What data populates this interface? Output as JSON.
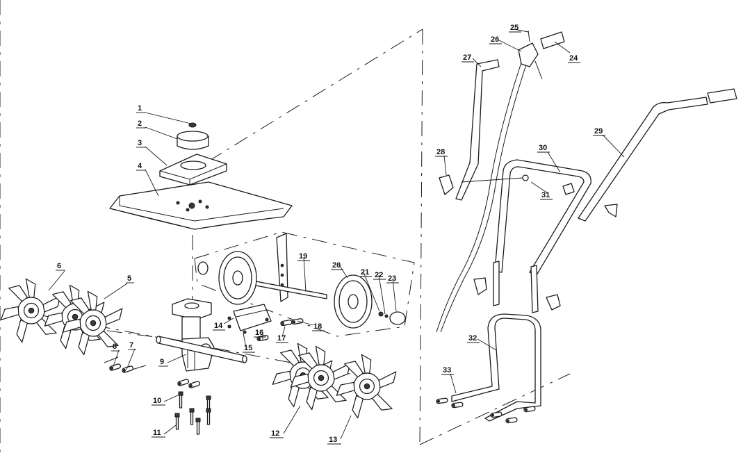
{
  "diagram": {
    "labels": {
      "p1": "1",
      "p2": "2",
      "p3": "3",
      "p4": "4",
      "p5": "5",
      "p6": "6",
      "p7": "7",
      "p8": "8",
      "p9": "9",
      "p10": "10",
      "p11": "11",
      "p12": "12",
      "p13": "13",
      "p14": "14",
      "p15": "15",
      "p16": "16",
      "p17": "17",
      "p18": "18",
      "p19": "19",
      "p20": "20",
      "p21": "21",
      "p22": "22",
      "p23": "23",
      "p24": "24",
      "p25": "25",
      "p26": "26",
      "p27": "27",
      "p28": "28",
      "p29": "29",
      "p30": "30",
      "p31": "31",
      "p32": "32",
      "p33": "33"
    }
  }
}
